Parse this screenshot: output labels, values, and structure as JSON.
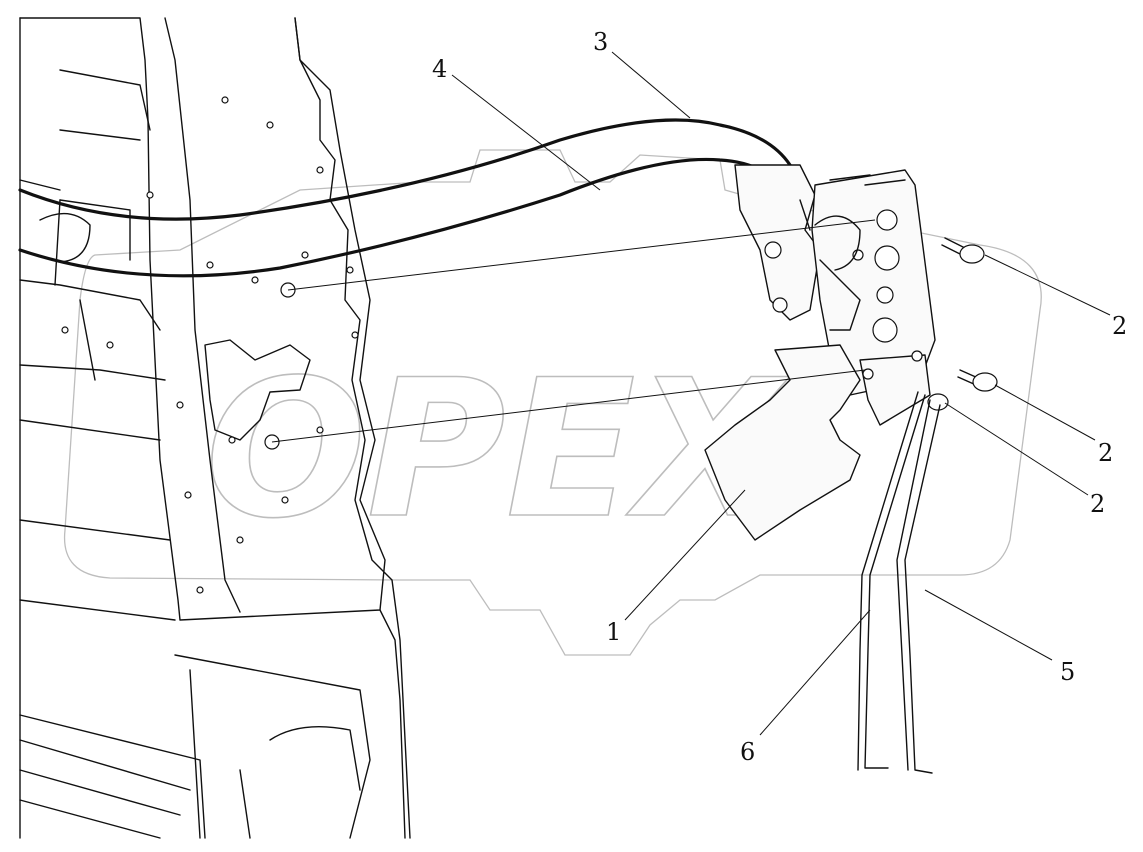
{
  "watermark": {
    "text": "OPEX"
  },
  "callouts": [
    {
      "id": "callout-1",
      "label": "1"
    },
    {
      "id": "callout-2a",
      "label": "2"
    },
    {
      "id": "callout-2b",
      "label": "2"
    },
    {
      "id": "callout-2c",
      "label": "2"
    },
    {
      "id": "callout-3",
      "label": "3"
    },
    {
      "id": "callout-4",
      "label": "4"
    },
    {
      "id": "callout-5",
      "label": "5"
    },
    {
      "id": "callout-6",
      "label": "6"
    }
  ]
}
